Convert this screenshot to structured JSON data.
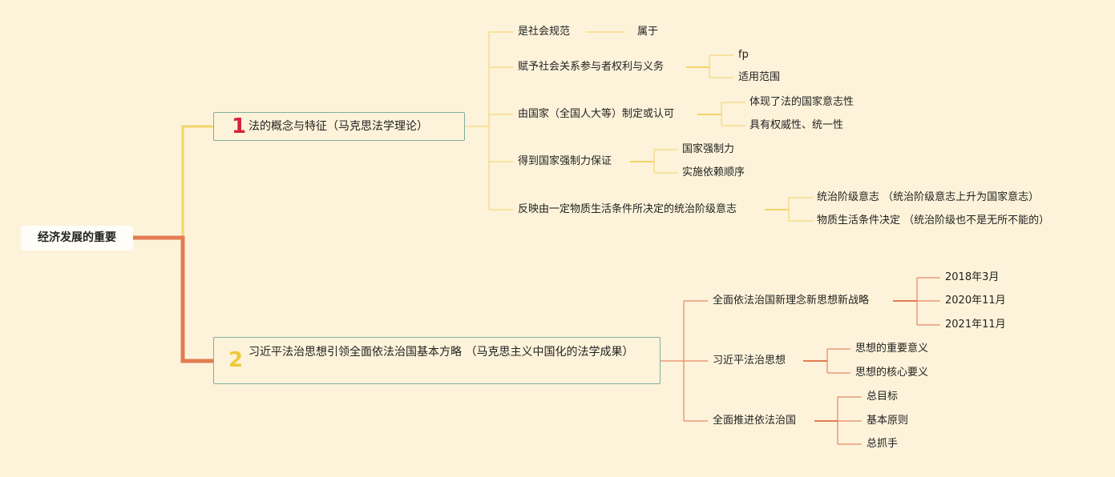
{
  "root": "经济发展的重要",
  "topics": [
    {
      "number": "1",
      "label": "法的概念与特征（马克思法学理论）",
      "children": [
        {
          "label": "是社会规范",
          "children": [
            "属于"
          ]
        },
        {
          "label": "赋予社会关系参与者权利与义务",
          "children": [
            "fp",
            "适用范围"
          ]
        },
        {
          "label": "由国家（全国人大等）制定或认可",
          "children": [
            "体现了法的国家意志性",
            "具有权威性、统一性"
          ]
        },
        {
          "label": "得到国家强制力保证",
          "children": [
            "国家强制力",
            "实施依赖顺序"
          ]
        },
        {
          "label": "反映由一定物质生活条件所决定的统治阶级意志",
          "children": [
            "统治阶级意志 （统治阶级意志上升为国家意志）",
            "物质生活条件决定 （统治阶级也不是无所不能的）"
          ]
        }
      ]
    },
    {
      "number": "2",
      "label": "习近平法治思想引领全面依法治国基本方略 （马克思主义中国化的法学成果）",
      "children": [
        {
          "label": "全面依法治国新理念新思想新战略",
          "children": [
            "2018年3月",
            "2020年11月",
            "2021年11月"
          ]
        },
        {
          "label": "习近平法治思想",
          "children": [
            "思想的重要意义",
            "思想的核心要义"
          ]
        },
        {
          "label": "全面推进依法治国",
          "children": [
            "总目标",
            "基本原则",
            "总抓手"
          ]
        }
      ]
    }
  ],
  "colors": {
    "background": "#fdf3da",
    "branch1": "#f4d46b",
    "branch1_sub": "#f7dc8a",
    "branch2": "#e37b52",
    "branch2_sub": "#ea9a7b",
    "border": "#7fae9c",
    "number1": "#d6233a",
    "number2": "#f0c93a"
  }
}
